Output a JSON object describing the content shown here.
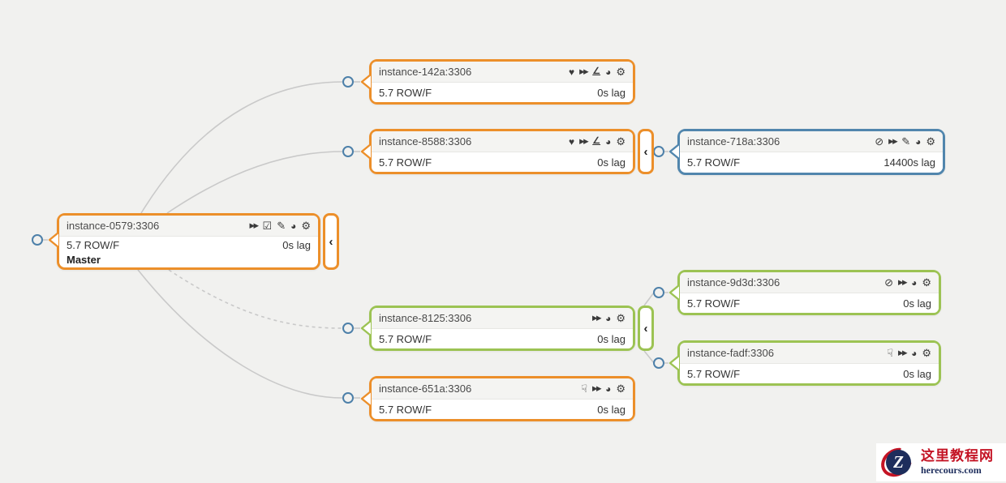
{
  "colors": {
    "orange": "#ec8f2a",
    "green": "#9cc353",
    "blue": "#5186ad",
    "edge": "#c9c9c9",
    "endpoint_stroke": "#4d80a9",
    "canvas_bg": "#f1f1ef"
  },
  "icon_glyphs": {
    "heart": "♥",
    "fast-forward": "▶▶",
    "trend": "∠",
    "globe": "◕",
    "gear": "⚙",
    "ban": "⊘",
    "pencil": "✎",
    "check-square": "☑",
    "thumbs-down": "☟"
  },
  "ui": {
    "collapse_glyph": "‹"
  },
  "nodes": [
    {
      "id": "instance-0579",
      "title": "instance-0579:3306",
      "version": "5.7 ROW/F",
      "lag": "0s lag",
      "role": "Master",
      "state": "orange",
      "icons": [
        "fast-forward",
        "check-square",
        "pencil",
        "globe",
        "gear"
      ],
      "has_collapse": true
    },
    {
      "id": "instance-142a",
      "title": "instance-142a:3306",
      "version": "5.7 ROW/F",
      "lag": "0s lag",
      "state": "orange",
      "icons": [
        "heart",
        "fast-forward",
        "trend",
        "globe",
        "gear"
      ],
      "has_collapse": false
    },
    {
      "id": "instance-8588",
      "title": "instance-8588:3306",
      "version": "5.7 ROW/F",
      "lag": "0s lag",
      "state": "orange",
      "icons": [
        "heart",
        "fast-forward",
        "trend",
        "globe",
        "gear"
      ],
      "has_collapse": true
    },
    {
      "id": "instance-718a",
      "title": "instance-718a:3306",
      "version": "5.7 ROW/F",
      "lag": "14400s lag",
      "state": "blue",
      "icons": [
        "ban",
        "fast-forward",
        "pencil",
        "globe",
        "gear"
      ],
      "has_collapse": false
    },
    {
      "id": "instance-8125",
      "title": "instance-8125:3306",
      "version": "5.7 ROW/F",
      "lag": "0s lag",
      "state": "green",
      "icons": [
        "fast-forward",
        "globe",
        "gear"
      ],
      "has_collapse": true
    },
    {
      "id": "instance-9d3d",
      "title": "instance-9d3d:3306",
      "version": "5.7 ROW/F",
      "lag": "0s lag",
      "state": "green",
      "icons": [
        "ban",
        "fast-forward",
        "globe",
        "gear"
      ],
      "has_collapse": false
    },
    {
      "id": "instance-fadf",
      "title": "instance-fadf:3306",
      "version": "5.7 ROW/F",
      "lag": "0s lag",
      "state": "green",
      "icons": [
        "thumbs-down",
        "fast-forward",
        "globe",
        "gear"
      ],
      "has_collapse": false
    },
    {
      "id": "instance-651a",
      "title": "instance-651a:3306",
      "version": "5.7 ROW/F",
      "lag": "0s lag",
      "state": "orange",
      "icons": [
        "thumbs-down",
        "fast-forward",
        "globe",
        "gear"
      ],
      "has_collapse": false
    }
  ],
  "edges": [
    {
      "from": "instance-0579",
      "to": "instance-142a",
      "style": "solid"
    },
    {
      "from": "instance-0579",
      "to": "instance-8588",
      "style": "solid"
    },
    {
      "from": "instance-0579",
      "to": "instance-8125",
      "style": "dashed"
    },
    {
      "from": "instance-0579",
      "to": "instance-651a",
      "style": "solid"
    },
    {
      "from": "instance-8588",
      "to": "instance-718a",
      "style": "solid"
    },
    {
      "from": "instance-8125",
      "to": "instance-9d3d",
      "style": "solid"
    },
    {
      "from": "instance-8125",
      "to": "instance-fadf",
      "style": "solid"
    }
  ],
  "watermark": {
    "site_name": "这里教程网",
    "site_domain": "herecours.com",
    "logo_letter": "Z"
  }
}
